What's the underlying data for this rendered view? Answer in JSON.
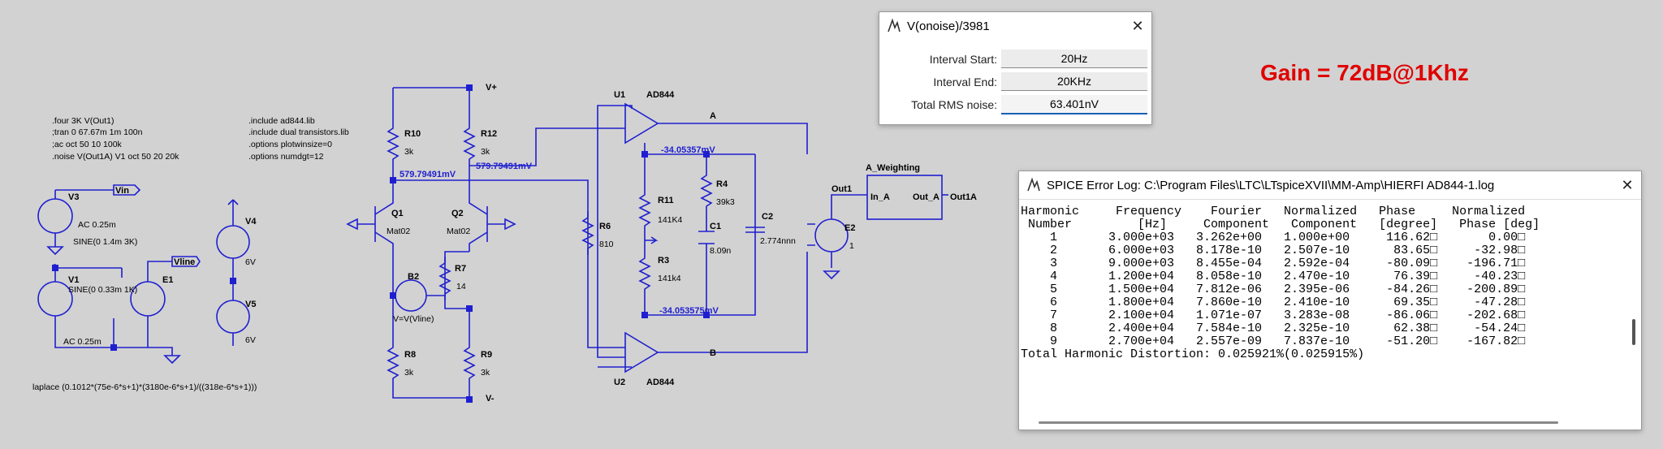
{
  "schematic": {
    "directives_left": [
      ".four 3K V(Out1)",
      ";tran 0 67.67m 1m 100n",
      ";ac oct 50 10 100k",
      ".noise V(Out1A) V1 oct 50 20 20k"
    ],
    "directives_right": [
      ".include ad844.lib",
      ".include dual transistors.lib",
      ".options plotwinsize=0",
      ".options numdgt=12"
    ],
    "laplace": "laplace (0.1012*(75e-6*s+1)*(3180e-6*s+1)/((318e-6*s+1)))",
    "v3": {
      "name": "V3",
      "ac": "AC 0.25m",
      "sine": "SINE(0 1.4m 3K)",
      "net": "Vin"
    },
    "v1": {
      "name": "V1",
      "sine": "SINE(0 0.33m 1K)",
      "ac": "AC 0.25m",
      "net": "Vline"
    },
    "e1": "E1",
    "v4": {
      "name": "V4",
      "value": "6V"
    },
    "v5": {
      "name": "V5",
      "value": "6V"
    },
    "vplus": "V+",
    "vminus": "V-",
    "r10": {
      "name": "R10",
      "value": "3k"
    },
    "r12": {
      "name": "R12",
      "value": "3k"
    },
    "q1": {
      "name": "Q1",
      "model": "Mat02"
    },
    "q2": {
      "name": "Q2",
      "model": "Mat02"
    },
    "op_left": "579.79491mV",
    "op_right": "579.79491mV",
    "b2": {
      "name": "B2",
      "expr": "V=V(Vline)"
    },
    "r7": {
      "name": "R7",
      "value": "14"
    },
    "r8": {
      "name": "R8",
      "value": "3k"
    },
    "r9": {
      "name": "R9",
      "value": "3k"
    },
    "r6": {
      "name": "R6",
      "value": "810"
    },
    "u1": {
      "name": "U1",
      "model": "AD844"
    },
    "u2": {
      "name": "U2",
      "model": "AD844"
    },
    "op_top": "-34.05357mV",
    "op_bot": "-34.053575mV",
    "r11": {
      "name": "R11",
      "value": "141K4"
    },
    "r3": {
      "name": "R3",
      "value": "141k4"
    },
    "r4": {
      "name": "R4",
      "value": "39k3"
    },
    "c1": {
      "name": "C1",
      "value": "8.09n"
    },
    "c2": {
      "name": "C2",
      "value": "2.774nnn"
    },
    "netA": "A",
    "netB": "B",
    "e2": {
      "name": "E2",
      "gain": "1",
      "net": "Out1"
    },
    "aw": {
      "title": "A_Weighting",
      "in": "In_A",
      "out": "Out_A",
      "net": "Out1A"
    },
    "plus": "+",
    "minus": "−"
  },
  "noise_window": {
    "title": "V(onoise)/3981",
    "rows": [
      {
        "label": "Interval Start:",
        "value": "20Hz"
      },
      {
        "label": "Interval End:",
        "value": "20KHz"
      },
      {
        "label": "Total RMS noise:",
        "value": "63.401nV"
      }
    ]
  },
  "gain_text": "Gain = 72dB@1Khz",
  "log_window": {
    "title": "SPICE Error Log: C:\\Program Files\\LTC\\LTspiceXVII\\MM-Amp\\HIERFI AD844-1.log",
    "content": "Harmonic     Frequency    Fourier   Normalized   Phase     Normalized\n Number         [Hz]     Component   Component   [degree]   Phase [deg]\n    1       3.000e+03   3.262e+00   1.000e+00     116.62□       0.00□\n    2       6.000e+03   8.178e-10   2.507e-10      83.65□     -32.98□\n    3       9.000e+03   8.455e-04   2.592e-04     -80.09□    -196.71□\n    4       1.200e+04   8.058e-10   2.470e-10      76.39□     -40.23□\n    5       1.500e+04   7.812e-06   2.395e-06     -84.26□    -200.89□\n    6       1.800e+04   7.860e-10   2.410e-10      69.35□     -47.28□\n    7       2.100e+04   1.071e-07   3.283e-08     -86.06□    -202.68□\n    8       2.400e+04   7.584e-10   2.325e-10      62.38□     -54.24□\n    9       2.700e+04   2.557e-09   7.837e-10     -51.20□    -167.82□\nTotal Harmonic Distortion: 0.025921%(0.025915%)"
  },
  "close_glyph": "✕",
  "colors": {
    "wire": "#1f1fd0",
    "gain": "#e00000",
    "background": "#d2d2d2"
  }
}
